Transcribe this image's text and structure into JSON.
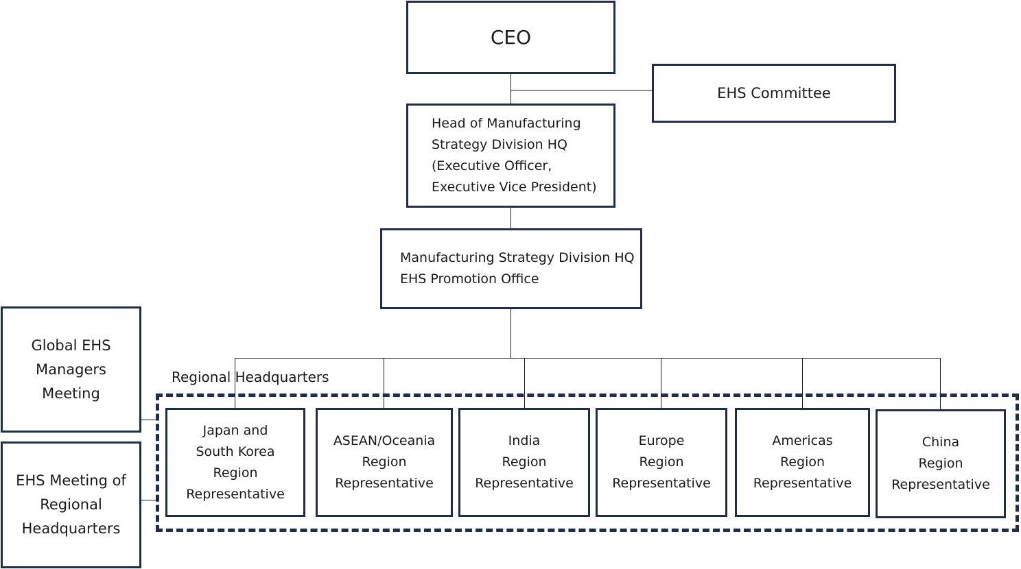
{
  "ceo": "CEO",
  "ehs_committee": "EHS Committee",
  "head": [
    "Head of Manufacturing",
    "Strategy Division HQ",
    "(Executive Officer,",
    "Executive Vice President)"
  ],
  "promotion_office": [
    "Manufacturing Strategy Division HQ",
    "EHS Promotion Office"
  ],
  "global_meeting": [
    "Global EHS",
    "Managers",
    "Meeting"
  ],
  "regional_meeting": [
    "EHS Meeting of",
    "Regional",
    "Headquarters"
  ],
  "regional_hq_label": "Regional Headquarters",
  "regions": [
    {
      "lines": [
        "Japan and",
        "South Korea",
        "Region",
        "Representative"
      ]
    },
    {
      "lines": [
        "ASEAN/Oceania",
        "Region",
        "Representative"
      ]
    },
    {
      "lines": [
        "India",
        "Region",
        "Representative"
      ]
    },
    {
      "lines": [
        "Europe",
        "Region",
        "Representative"
      ]
    },
    {
      "lines": [
        "Americas",
        "Region",
        "Representative"
      ]
    },
    {
      "lines": [
        "China",
        "Region",
        "Representative"
      ]
    }
  ]
}
